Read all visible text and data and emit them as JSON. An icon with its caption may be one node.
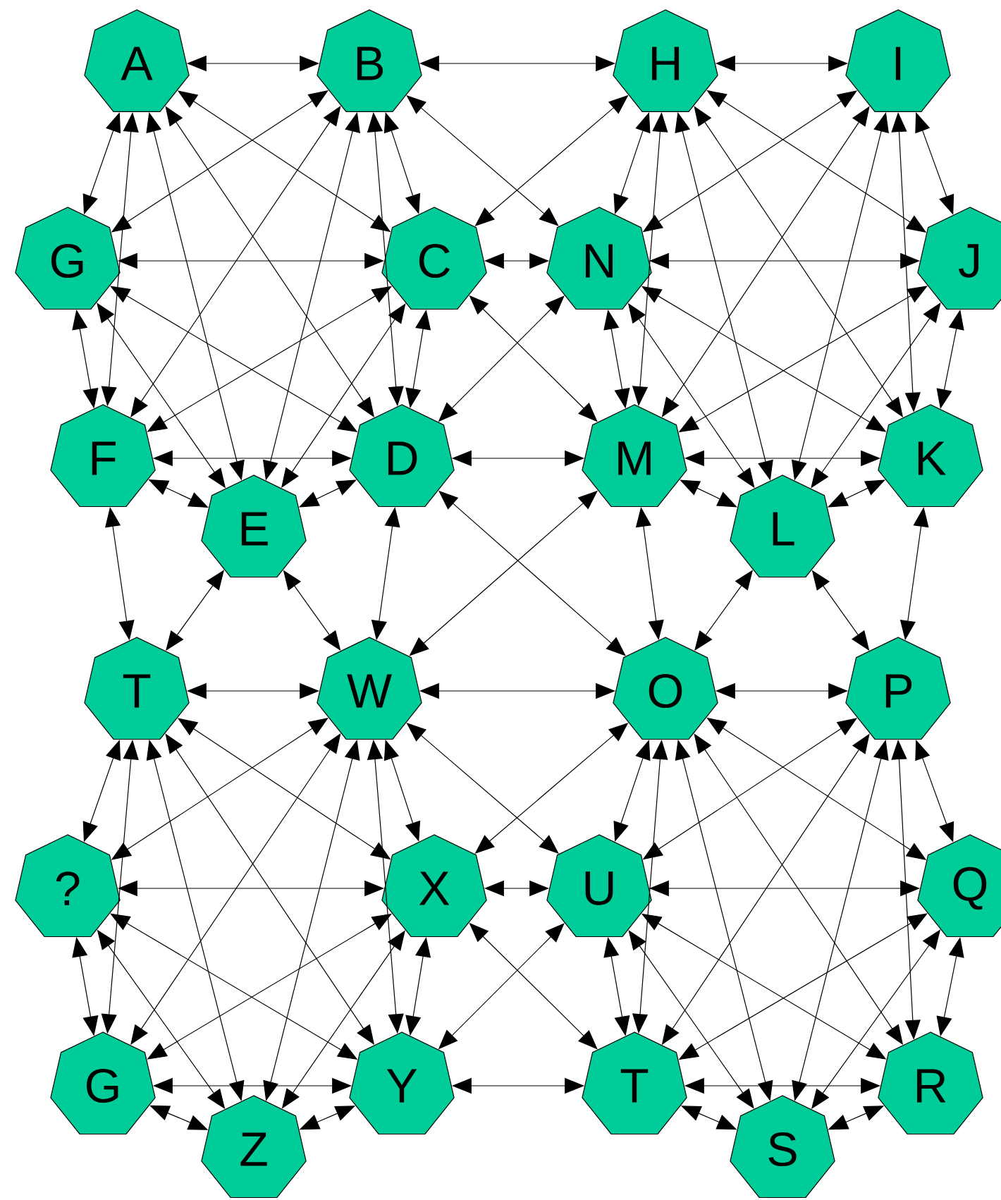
{
  "diagram": {
    "nodes": [
      {
        "text": [
          "A"
        ]
      },
      {
        "text": [
          "B"
        ]
      },
      {
        "text": [
          "H"
        ]
      },
      {
        "text": [
          "I"
        ]
      },
      {
        "text": [
          "G"
        ]
      },
      {
        "text": [
          "C"
        ]
      },
      {
        "text": [
          "N"
        ]
      },
      {
        "text": [
          "J"
        ]
      },
      {
        "text": [
          "F"
        ]
      },
      {
        "text": [
          "D"
        ]
      },
      {
        "text": [
          "M"
        ]
      },
      {
        "text": [
          "K"
        ]
      },
      {
        "text": [
          "E"
        ]
      },
      {
        "text": [
          "L"
        ]
      },
      {
        "text": [
          "T"
        ]
      },
      {
        "text": [
          "W"
        ]
      },
      {
        "text": [
          "O"
        ]
      },
      {
        "text": [
          "P"
        ]
      },
      {
        "text": [
          "?"
        ]
      },
      {
        "text": [
          "X"
        ]
      },
      {
        "text": [
          "U"
        ]
      },
      {
        "text": [
          "Q"
        ]
      },
      {
        "text": [
          "G"
        ]
      },
      {
        "text": [
          "Y"
        ]
      },
      {
        "text": [
          "T"
        ]
      },
      {
        "text": [
          "R"
        ]
      },
      {
        "text": [
          "Z"
        ]
      },
      {
        "text": [
          "S"
        ]
      }
    ],
    "edges": [
      {
        "from": 0,
        "to": 1,
        "arrow": "both"
      },
      {
        "from": 0,
        "to": 5,
        "arrow": "both"
      },
      {
        "from": 0,
        "to": 9,
        "arrow": "both"
      },
      {
        "from": 0,
        "to": 12,
        "arrow": "both"
      },
      {
        "from": 0,
        "to": 8,
        "arrow": "both"
      },
      {
        "from": 0,
        "to": 4,
        "arrow": "both"
      },
      {
        "from": 1,
        "to": 5,
        "arrow": "both"
      },
      {
        "from": 1,
        "to": 9,
        "arrow": "both"
      },
      {
        "from": 1,
        "to": 12,
        "arrow": "both"
      },
      {
        "from": 1,
        "to": 8,
        "arrow": "both"
      },
      {
        "from": 1,
        "to": 4,
        "arrow": "both"
      },
      {
        "from": 5,
        "to": 9,
        "arrow": "both"
      },
      {
        "from": 5,
        "to": 12,
        "arrow": "both"
      },
      {
        "from": 5,
        "to": 8,
        "arrow": "both"
      },
      {
        "from": 5,
        "to": 4,
        "arrow": "both"
      },
      {
        "from": 9,
        "to": 12,
        "arrow": "both"
      },
      {
        "from": 9,
        "to": 8,
        "arrow": "both"
      },
      {
        "from": 9,
        "to": 4,
        "arrow": "both"
      },
      {
        "from": 12,
        "to": 8,
        "arrow": "both"
      },
      {
        "from": 12,
        "to": 4,
        "arrow": "both"
      },
      {
        "from": 8,
        "to": 4,
        "arrow": "both"
      },
      {
        "from": 2,
        "to": 3,
        "arrow": "both"
      },
      {
        "from": 2,
        "to": 7,
        "arrow": "both"
      },
      {
        "from": 2,
        "to": 11,
        "arrow": "both"
      },
      {
        "from": 2,
        "to": 13,
        "arrow": "both"
      },
      {
        "from": 2,
        "to": 10,
        "arrow": "both"
      },
      {
        "from": 2,
        "to": 6,
        "arrow": "both"
      },
      {
        "from": 3,
        "to": 7,
        "arrow": "both"
      },
      {
        "from": 3,
        "to": 11,
        "arrow": "both"
      },
      {
        "from": 3,
        "to": 13,
        "arrow": "both"
      },
      {
        "from": 3,
        "to": 10,
        "arrow": "both"
      },
      {
        "from": 3,
        "to": 6,
        "arrow": "both"
      },
      {
        "from": 7,
        "to": 11,
        "arrow": "both"
      },
      {
        "from": 7,
        "to": 13,
        "arrow": "both"
      },
      {
        "from": 7,
        "to": 10,
        "arrow": "both"
      },
      {
        "from": 7,
        "to": 6,
        "arrow": "both"
      },
      {
        "from": 11,
        "to": 13,
        "arrow": "both"
      },
      {
        "from": 11,
        "to": 10,
        "arrow": "both"
      },
      {
        "from": 11,
        "to": 6,
        "arrow": "both"
      },
      {
        "from": 13,
        "to": 10,
        "arrow": "both"
      },
      {
        "from": 13,
        "to": 6,
        "arrow": "both"
      },
      {
        "from": 10,
        "to": 6,
        "arrow": "both"
      },
      {
        "from": 14,
        "to": 15,
        "arrow": "both"
      },
      {
        "from": 14,
        "to": 19,
        "arrow": "both"
      },
      {
        "from": 14,
        "to": 23,
        "arrow": "both"
      },
      {
        "from": 14,
        "to": 26,
        "arrow": "both"
      },
      {
        "from": 14,
        "to": 22,
        "arrow": "both"
      },
      {
        "from": 14,
        "to": 18,
        "arrow": "both"
      },
      {
        "from": 15,
        "to": 19,
        "arrow": "both"
      },
      {
        "from": 15,
        "to": 23,
        "arrow": "both"
      },
      {
        "from": 15,
        "to": 26,
        "arrow": "both"
      },
      {
        "from": 15,
        "to": 22,
        "arrow": "both"
      },
      {
        "from": 15,
        "to": 18,
        "arrow": "both"
      },
      {
        "from": 19,
        "to": 23,
        "arrow": "both"
      },
      {
        "from": 19,
        "to": 26,
        "arrow": "both"
      },
      {
        "from": 19,
        "to": 22,
        "arrow": "both"
      },
      {
        "from": 19,
        "to": 18,
        "arrow": "both"
      },
      {
        "from": 23,
        "to": 26,
        "arrow": "both"
      },
      {
        "from": 23,
        "to": 22,
        "arrow": "both"
      },
      {
        "from": 23,
        "to": 18,
        "arrow": "both"
      },
      {
        "from": 26,
        "to": 22,
        "arrow": "both"
      },
      {
        "from": 26,
        "to": 18,
        "arrow": "both"
      },
      {
        "from": 22,
        "to": 18,
        "arrow": "both"
      },
      {
        "from": 16,
        "to": 17,
        "arrow": "both"
      },
      {
        "from": 16,
        "to": 21,
        "arrow": "both"
      },
      {
        "from": 16,
        "to": 25,
        "arrow": "both"
      },
      {
        "from": 16,
        "to": 27,
        "arrow": "both"
      },
      {
        "from": 16,
        "to": 24,
        "arrow": "both"
      },
      {
        "from": 16,
        "to": 20,
        "arrow": "both"
      },
      {
        "from": 17,
        "to": 21,
        "arrow": "both"
      },
      {
        "from": 17,
        "to": 25,
        "arrow": "both"
      },
      {
        "from": 17,
        "to": 27,
        "arrow": "both"
      },
      {
        "from": 17,
        "to": 24,
        "arrow": "both"
      },
      {
        "from": 17,
        "to": 20,
        "arrow": "both"
      },
      {
        "from": 21,
        "to": 25,
        "arrow": "both"
      },
      {
        "from": 21,
        "to": 27,
        "arrow": "both"
      },
      {
        "from": 21,
        "to": 24,
        "arrow": "both"
      },
      {
        "from": 21,
        "to": 20,
        "arrow": "both"
      },
      {
        "from": 25,
        "to": 27,
        "arrow": "both"
      },
      {
        "from": 25,
        "to": 24,
        "arrow": "both"
      },
      {
        "from": 25,
        "to": 20,
        "arrow": "both"
      },
      {
        "from": 27,
        "to": 24,
        "arrow": "both"
      },
      {
        "from": 27,
        "to": 20,
        "arrow": "both"
      },
      {
        "from": 24,
        "to": 20,
        "arrow": "both"
      },
      {
        "from": 1,
        "to": 2,
        "arrow": "both"
      },
      {
        "from": 1,
        "to": 6,
        "arrow": "both"
      },
      {
        "from": 2,
        "to": 5,
        "arrow": "both"
      },
      {
        "from": 5,
        "to": 6,
        "arrow": "both"
      },
      {
        "from": 5,
        "to": 10,
        "arrow": "both"
      },
      {
        "from": 6,
        "to": 9,
        "arrow": "both"
      },
      {
        "from": 9,
        "to": 10,
        "arrow": "both"
      },
      {
        "from": 9,
        "to": 15,
        "arrow": "both"
      },
      {
        "from": 9,
        "to": 16,
        "arrow": "both"
      },
      {
        "from": 10,
        "to": 15,
        "arrow": "both"
      },
      {
        "from": 10,
        "to": 16,
        "arrow": "both"
      },
      {
        "from": 12,
        "to": 14,
        "arrow": "both"
      },
      {
        "from": 12,
        "to": 15,
        "arrow": "both"
      },
      {
        "from": 8,
        "to": 14,
        "arrow": "both"
      },
      {
        "from": 13,
        "to": 16,
        "arrow": "both"
      },
      {
        "from": 13,
        "to": 17,
        "arrow": "both"
      },
      {
        "from": 11,
        "to": 17,
        "arrow": "both"
      },
      {
        "from": 15,
        "to": 16,
        "arrow": "both"
      },
      {
        "from": 15,
        "to": 20,
        "arrow": "both"
      },
      {
        "from": 19,
        "to": 16,
        "arrow": "both"
      },
      {
        "from": 19,
        "to": 20,
        "arrow": "both"
      },
      {
        "from": 19,
        "to": 24,
        "arrow": "both"
      },
      {
        "from": 23,
        "to": 20,
        "arrow": "both"
      },
      {
        "from": 23,
        "to": 24,
        "arrow": "both"
      }
    ]
  }
}
